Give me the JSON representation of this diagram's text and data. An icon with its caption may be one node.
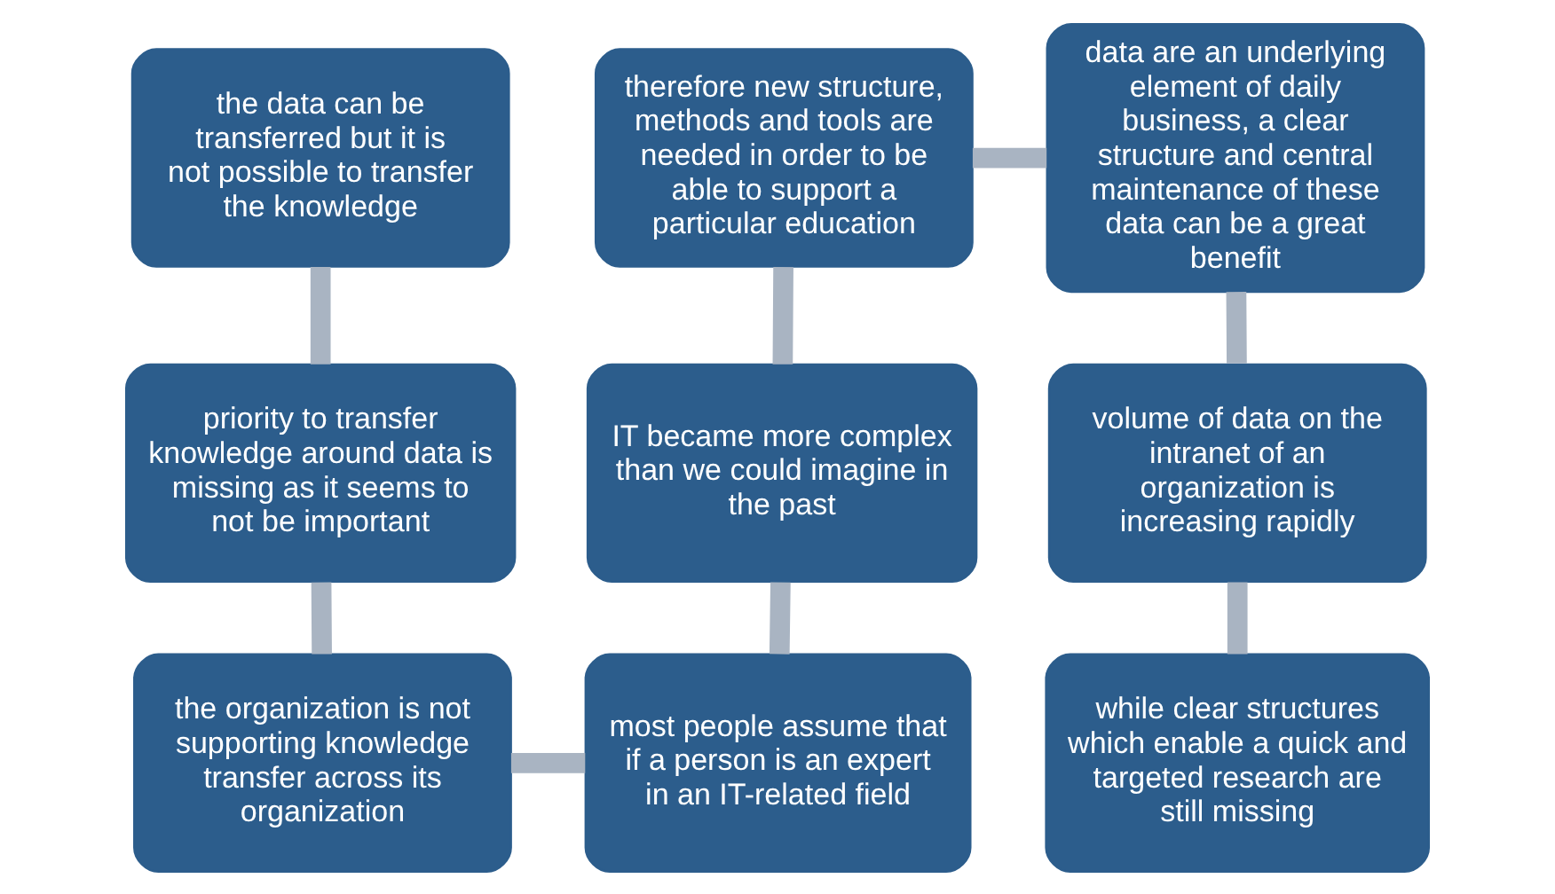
{
  "diagram": {
    "nodes": [
      {
        "text": [
          "the data can be transferred but it is not possible to transfer the knowledge"
        ]
      },
      {
        "text": [
          "therefore new structure, methods and tools are needed in order to be able to support a particular education"
        ]
      },
      {
        "text": [
          "data are an underlying element of daily business, a clear structure and central maintenance of these data can be a great benefit"
        ]
      },
      {
        "text": [
          "priority to transfer knowledge around data is missing as it seems to not be important"
        ]
      },
      {
        "text": [
          "IT became more complex than we could imagine in the past"
        ]
      },
      {
        "text": [
          "volume of data on the intranet of an organization is increasing rapidly"
        ]
      },
      {
        "text": [
          "the organization is not supporting knowledge transfer across its organization"
        ]
      },
      {
        "text": [
          "most people assume that if a person is an expert in an IT-related field"
        ]
      },
      {
        "text": [
          "while clear structures which enable a quick and targeted research are still missing"
        ]
      }
    ],
    "edges": [
      {
        "from": 0,
        "to": 3,
        "arrow": "none"
      },
      {
        "from": 3,
        "to": 6,
        "arrow": "none"
      },
      {
        "from": 6,
        "to": 7,
        "arrow": "none"
      },
      {
        "from": 4,
        "to": 7,
        "arrow": "none"
      },
      {
        "from": 1,
        "to": 4,
        "arrow": "none"
      },
      {
        "from": 1,
        "to": 2,
        "arrow": "none"
      },
      {
        "from": 2,
        "to": 5,
        "arrow": "none"
      },
      {
        "from": 5,
        "to": 8,
        "arrow": "none"
      }
    ]
  }
}
